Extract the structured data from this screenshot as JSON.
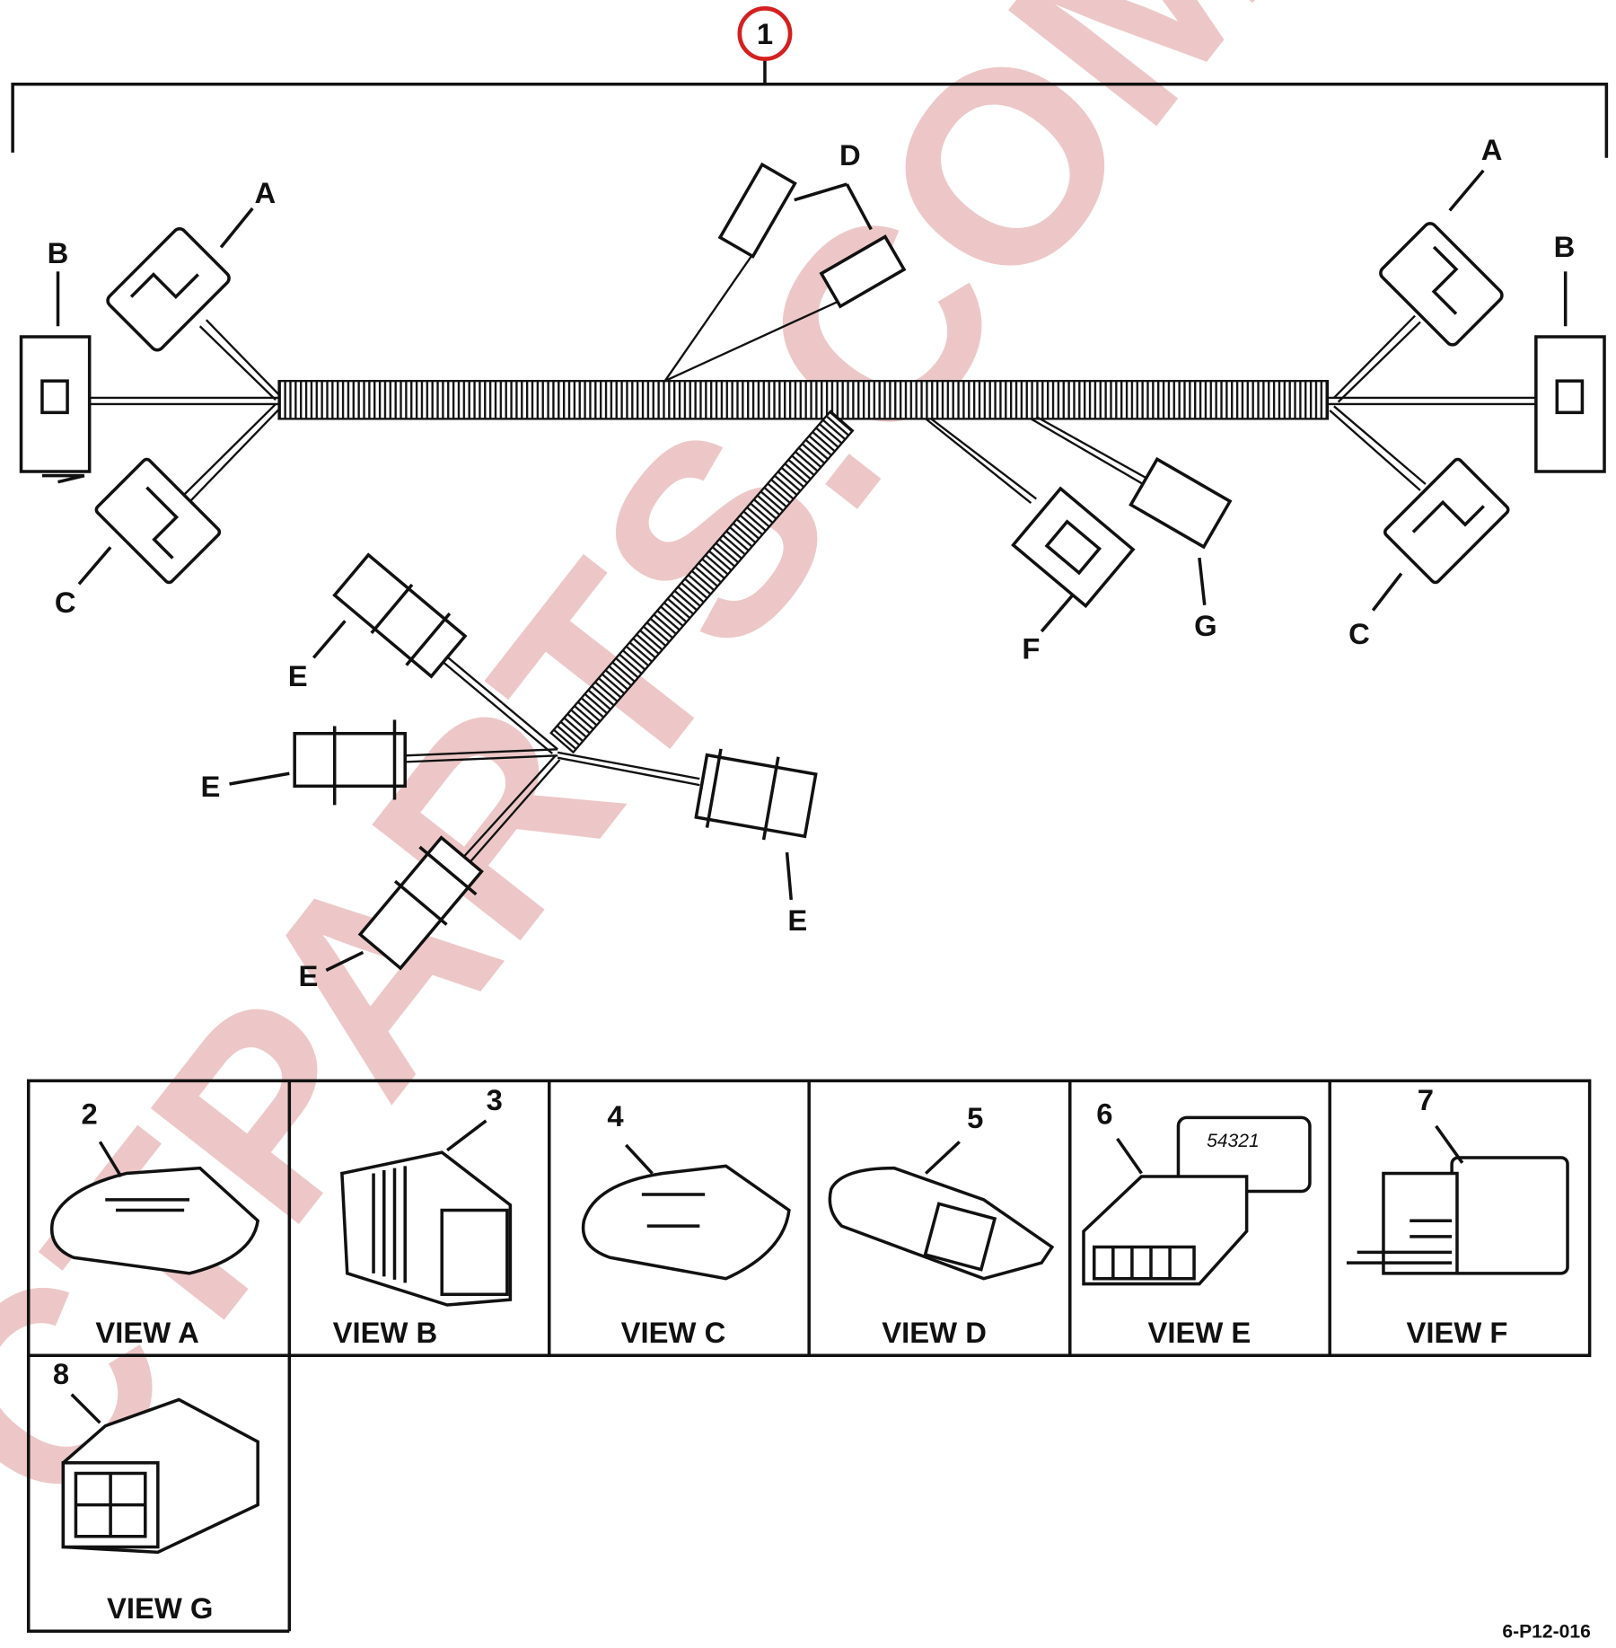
{
  "figure_id": "6-P12-016",
  "item_callout": "1",
  "watermark": "CTPARTS.COM",
  "harness_labels": {
    "a_left": "A",
    "b_left": "B",
    "c_left": "C",
    "d": "D",
    "a_right": "A",
    "b_right": "B",
    "c_right": "C",
    "e1": "E",
    "e2": "E",
    "e3": "E",
    "e4": "E",
    "f": "F",
    "g": "G"
  },
  "views": [
    {
      "number": "2",
      "label": "VIEW A"
    },
    {
      "number": "3",
      "label": "VIEW B"
    },
    {
      "number": "4",
      "label": "VIEW C"
    },
    {
      "number": "5",
      "label": "VIEW D"
    },
    {
      "number": "6",
      "label": "VIEW E",
      "pin_numbers": "54321"
    },
    {
      "number": "7",
      "label": "VIEW F"
    },
    {
      "number": "8",
      "label": "VIEW G"
    }
  ],
  "colors": {
    "callout_circle": "#d42020",
    "line": "#111111",
    "watermark": "#c23a3a"
  }
}
